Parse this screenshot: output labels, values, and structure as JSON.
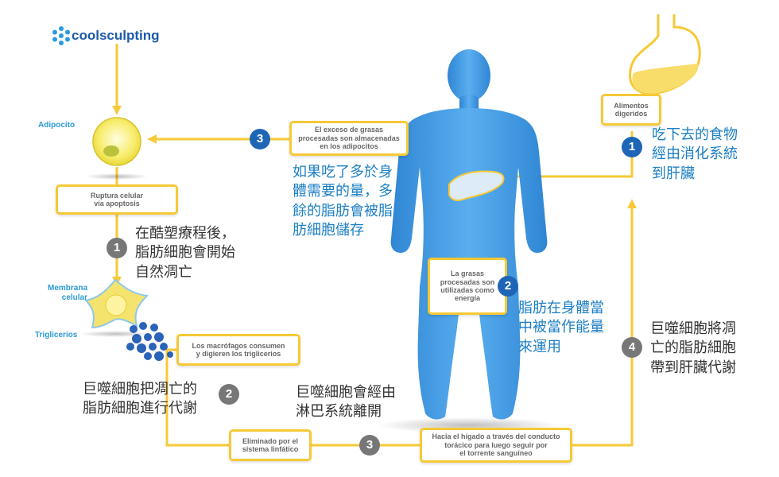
{
  "logo": {
    "text": "coolsculpting",
    "icon": "snowflake-icon",
    "color": "#1c5aa8"
  },
  "colors": {
    "line": "#f6c936",
    "body": "#3b96dd",
    "badge_blue": "#1e66b5",
    "badge_gray": "#777777",
    "text_blue": "#1b7fc4"
  },
  "labels": {
    "adipocito": "Adipocito",
    "membrana": [
      "Membrana",
      "celular"
    ],
    "triglicerios": "Triglicerios"
  },
  "boxes": {
    "ruptura": [
      "Ruptura celular",
      "vía apoptosis"
    ],
    "exceso": [
      "El exceso de grasas",
      "procesadas son almacenadas",
      "en los adipocitos"
    ],
    "alimentos": [
      "Alimentos",
      "digeridos"
    ],
    "grasas": [
      "La grasas",
      "procesadas son",
      "utilizadas como",
      "energía"
    ],
    "macrofagos": [
      "Los macrófagos consumen",
      "y digieren los triglicerios"
    ],
    "eliminado": [
      "Eliminado por el",
      "sistema linfático"
    ],
    "higado": [
      "Hacia el hígado a través del conducto",
      "torácico para luego seguir por",
      "el torrente sanguíneo"
    ]
  },
  "badges": {
    "blue1": "1",
    "blue2": "2",
    "blue3": "3",
    "gray1": "1",
    "gray2": "2",
    "gray3": "3",
    "gray4": "4"
  },
  "captions": {
    "food": [
      "吃下去的食物",
      "經由消化系統",
      "到肝臟"
    ],
    "excess": [
      "如果吃了多於身",
      "體需要的量，多",
      "餘的脂肪會被脂",
      "肪細胞儲存"
    ],
    "after": [
      "在酷塑療程後，",
      "脂肪細胞會開始",
      "自然凋亡"
    ],
    "energy": [
      "脂肪在身體當",
      "中被當作能量",
      "來運用"
    ],
    "macro_liver": [
      "巨噬細胞將凋",
      "亡的脂肪細胞",
      "帶到肝臟代謝"
    ],
    "macro_meta": [
      "巨噬細胞把凋亡的",
      "脂肪細胞進行代謝"
    ],
    "lymph": [
      "巨噬細胞會經由",
      "淋巴系統離開"
    ]
  }
}
